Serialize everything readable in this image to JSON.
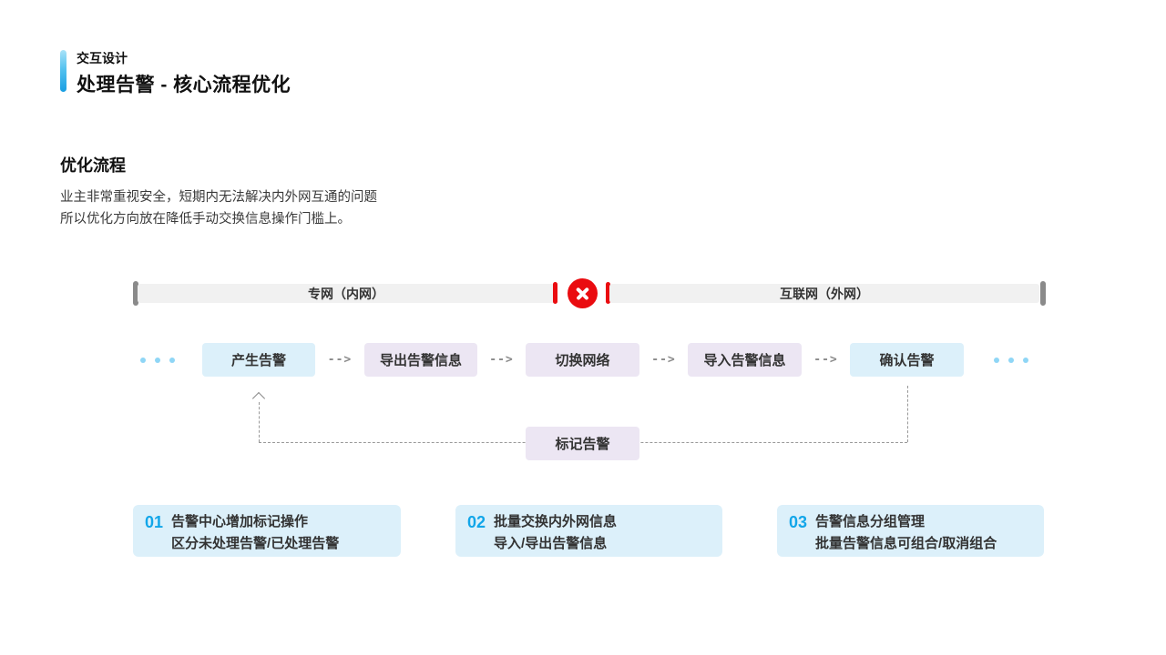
{
  "header": {
    "eyebrow": "交互设计",
    "title": "处理告警 - 核心流程优化"
  },
  "section": {
    "heading": "优化流程",
    "description": [
      "业主非常重视安全，短期内无法解决内外网互通的问题",
      "所以优化方向放在降低手动交换信息操作门槛上。"
    ]
  },
  "network": {
    "intranet_label": "专网（内网）",
    "internet_label": "互联网（外网）",
    "blocked_icon": "x-circle-icon"
  },
  "flow": {
    "steps": [
      {
        "label": "产生告警",
        "variant": "blue"
      },
      {
        "label": "导出告警信息",
        "variant": "purple"
      },
      {
        "label": "切换网络",
        "variant": "purple"
      },
      {
        "label": "导入告警信息",
        "variant": "purple"
      },
      {
        "label": "确认告警",
        "variant": "blue"
      }
    ],
    "connector": "-->",
    "loop_step": {
      "label": "标记告警"
    }
  },
  "cards": [
    {
      "number": "01",
      "title": "告警中心增加标记操作",
      "subtitle": "区分未处理告警/已处理告警"
    },
    {
      "number": "02",
      "title": "批量交换内外网信息",
      "subtitle": "导入/导出告警信息"
    },
    {
      "number": "03",
      "title": "告警信息分组管理",
      "subtitle": "批量告警信息可组合/取消组合"
    }
  ],
  "colors": {
    "accent_blue": "#189ee2",
    "light_blue_box": "#dcf0fa",
    "light_purple_box": "#ece6f3",
    "blocked_red": "#ea0c10",
    "number_blue": "#12a6e9",
    "bar_gray": "#f1f1f1",
    "dot_blue": "#8fd6f6"
  }
}
